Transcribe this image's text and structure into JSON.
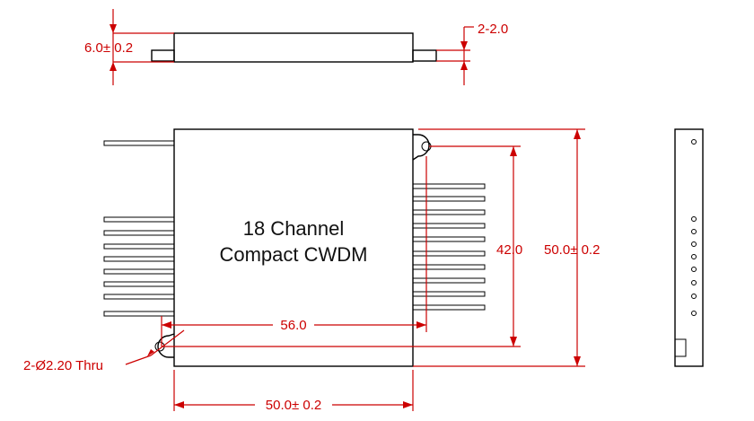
{
  "title": {
    "line1": "18 Channel",
    "line2": "Compact CWDM"
  },
  "dimensions": {
    "thickness": "6.0± 0.2",
    "pin_count_top": "2-2.0",
    "pitch_inner": "42.0",
    "height_outer": "50.0± 0.2",
    "hole_spacing": "56.0",
    "width_body": "50.0± 0.2",
    "hole_note": "2-Ø2.20 Thru"
  },
  "colors": {
    "dimension": "#cc0000",
    "outline": "#000000"
  }
}
